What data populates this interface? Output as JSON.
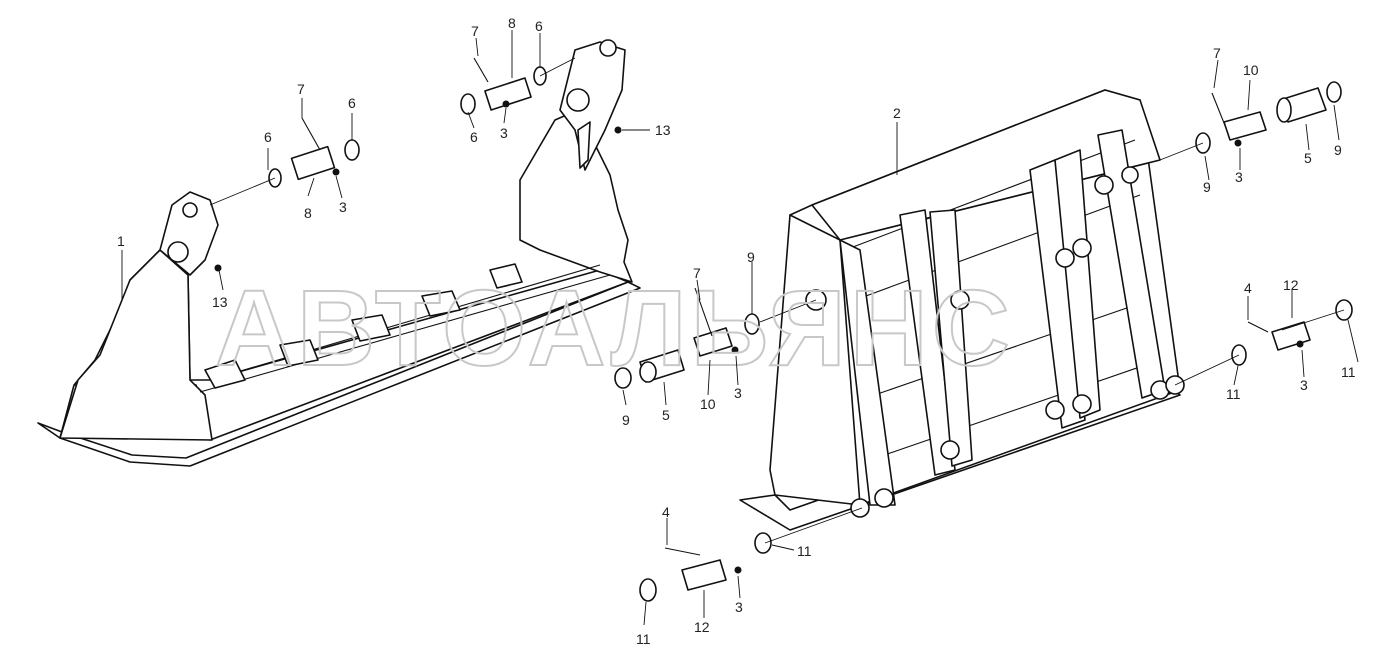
{
  "watermark": "АВТОАЛЬЯНС",
  "callouts": {
    "c1": "1",
    "c2": "2",
    "c7a": "7",
    "c6a": "6",
    "c6b": "6",
    "c8a": "8",
    "c3a": "3",
    "c13a": "13",
    "c7b": "7",
    "c8b": "8",
    "c6c": "6",
    "c6d": "6",
    "c3b": "3",
    "c13b": "13",
    "c7c": "7",
    "c9a": "9",
    "c5a": "5",
    "c10a": "10",
    "c3c": "3",
    "c7d": "7",
    "c10b": "10",
    "c9b": "9",
    "c3d": "3",
    "c5b": "5",
    "c9c": "9",
    "c4a": "4",
    "c12a": "12",
    "c11a": "11",
    "c3e": "3",
    "c11b": "11",
    "c4b": "4",
    "c11c": "11",
    "c3f": "3",
    "c11d": "11",
    "c12b": "12"
  }
}
